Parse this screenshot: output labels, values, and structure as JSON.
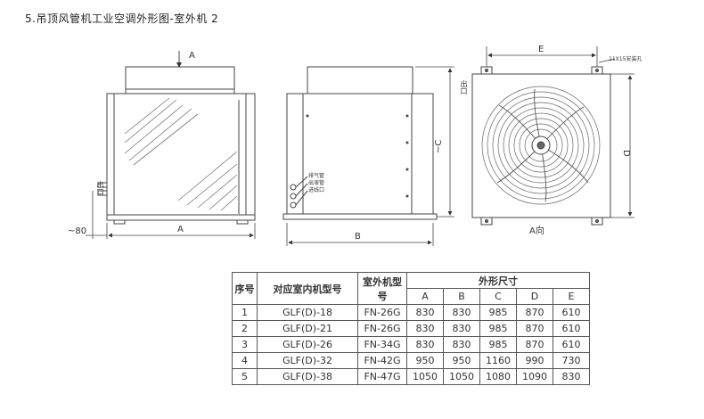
{
  "title": "5.吊顶风管机工业空调外形图-室外机 2",
  "drawing": {
    "arrow_a_label": "A",
    "dim_80": "~80",
    "dim_a": "A",
    "dim_b": "B",
    "dim_c": "~C",
    "dim_d": "D",
    "dim_e": "E",
    "view_label": "A向",
    "bolt_label": "11X15安装孔",
    "side_labels": {
      "gas": "排气管",
      "liquid": "出液管",
      "wire": "进线口"
    },
    "front_vertical_label": "出口",
    "top_left_mark": "出口"
  },
  "table": {
    "headers": {
      "no": "序号",
      "indoor": "对应室内机型号",
      "outdoor": "室外机型号",
      "dims": "外形尺寸",
      "A": "A",
      "B": "B",
      "C": "C",
      "D": "D",
      "E": "E"
    },
    "rows": [
      [
        "1",
        "GLF(D)-18",
        "FN-26G",
        "830",
        "830",
        "985",
        "870",
        "610"
      ],
      [
        "2",
        "GLF(D)-21",
        "FN-26G",
        "830",
        "830",
        "985",
        "870",
        "610"
      ],
      [
        "3",
        "GLF(D)-26",
        "FN-34G",
        "830",
        "830",
        "985",
        "870",
        "610"
      ],
      [
        "4",
        "GLF(D)-32",
        "FN-42G",
        "950",
        "950",
        "1160",
        "990",
        "730"
      ],
      [
        "5",
        "GLF(D)-38",
        "FN-47G",
        "1050",
        "1050",
        "1080",
        "1090",
        "830"
      ]
    ]
  }
}
